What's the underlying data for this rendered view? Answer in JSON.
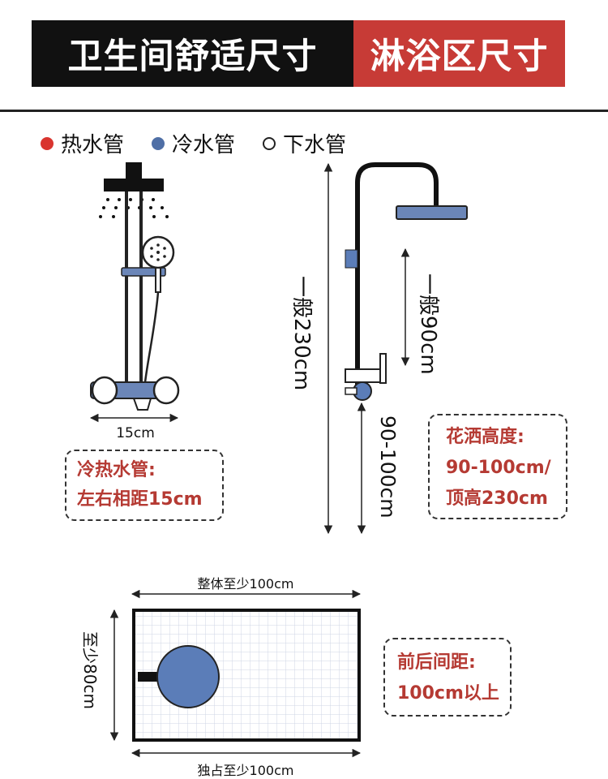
{
  "header": {
    "left_title": "卫生间舒适尺寸",
    "right_title": "淋浴区尺寸"
  },
  "legend": [
    {
      "label": "热水管",
      "color": "#d9352f",
      "style": "filled"
    },
    {
      "label": "冷水管",
      "color": "#4f6fa6",
      "style": "filled"
    },
    {
      "label": "下水管",
      "color": "#ffffff",
      "style": "outline"
    }
  ],
  "colors": {
    "hot": "#d9352f",
    "cold": "#5b7db8",
    "note_red": "#b53a33",
    "dark": "#111111"
  },
  "left_diagram": {
    "width_label": "15cm",
    "note": {
      "line1": "冷热水管:",
      "line2": "左右相距15cm"
    }
  },
  "right_diagram": {
    "total_label": "一般230cm",
    "head_label": "一般90cm",
    "mixer_label": "90-100cm",
    "note": {
      "line1": "花洒高度:",
      "line2": "90-100cm/",
      "line3": "顶高230cm"
    }
  },
  "floor_plan": {
    "top_label": "整体至少100cm",
    "side_label": "至少80cm",
    "bottom_label": "独占至少100cm",
    "note": {
      "line1": "前后间距:",
      "line2": "100cm以上"
    }
  }
}
